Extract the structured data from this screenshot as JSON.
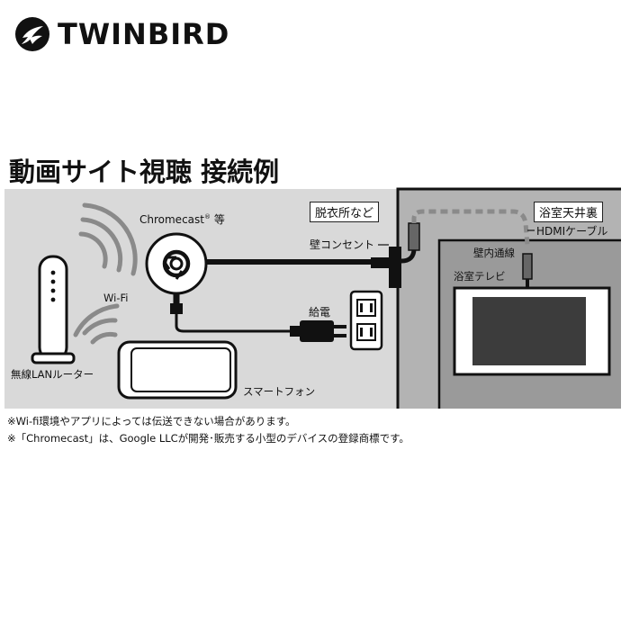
{
  "brand": {
    "logo_text": "TWINBIRD",
    "logo_icon": "twinbird-bird-mark-icon"
  },
  "heading": "動画サイト視聴 接続例",
  "labels": {
    "dressing_room": "脱衣所など",
    "bath_ceiling": "浴室天井裏",
    "chromecast": "Chromecast",
    "chromecast_reg": "®",
    "chromecast_suffix": "等",
    "wall_outlet": "壁コンセント",
    "hdmi_cable": "HDMIケーブル",
    "wall_wiring": "壁内通線",
    "bath_tv": "浴室テレビ",
    "wifi": "Wi-Fi",
    "power": "給電",
    "router": "無線LANルーター",
    "smartphone": "スマートフォン"
  },
  "notes": [
    "※Wi-fi環境やアプリによっては伝送できない場合があります。",
    "※「Chromecast」は、Google LLCが開発･販売する小型のデバイスの登録商標です。"
  ],
  "colors": {
    "room_gray": "#d9d9d9",
    "wall_gray": "#b3b3b3",
    "bath_gray": "#9a9a9a",
    "tv_screen": "#3c3c3c",
    "line": "#111111"
  }
}
